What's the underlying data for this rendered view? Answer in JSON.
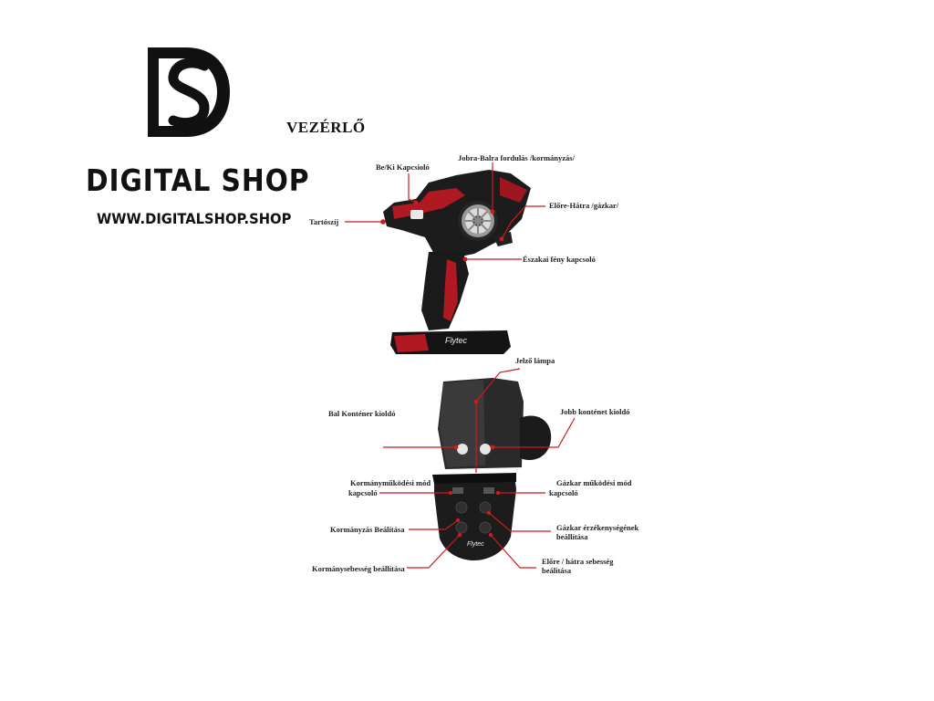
{
  "brand": {
    "name": "DIGITAL SHOP",
    "url": "WWW.DIGITALSHOP.SHOP"
  },
  "title": "VEZÉRLŐ",
  "side_view": {
    "product_label": "Flytec",
    "labels": {
      "power_switch": "Be/Ki  Kapcsioló",
      "steering": "Jobra-Balra fordulás  /kormányzás/",
      "throttle": "Előre-Hátra /gázkar/",
      "strap": "Tartószíj",
      "light_switch": "Északai fény kapcsoló"
    }
  },
  "back_view": {
    "product_label": "Flytec",
    "labels": {
      "signal_lamp": "Jelző lámpa",
      "left_release": "Bal Konténer kioldó",
      "right_release": "Jobb konténet kioldó",
      "steering_mode_1": "Kormányműködési mód",
      "steering_mode_2": "kapcsoló",
      "throttle_mode_1": "Gázkar   működési mód",
      "throttle_mode_2": "kapcsoló",
      "steering_adjust": "Kormányzás Beálítása",
      "throttle_sens_1": "Gázkar érzékenységének",
      "throttle_sens_2": "beállítása",
      "steering_speed": "Kormánysebesség beállítása",
      "fwd_back_speed_1": "Előre / hátra sebesség",
      "fwd_back_speed_2": "beálítása"
    }
  },
  "colors": {
    "accent": "#cc1f2a",
    "body": "#1b1b1b",
    "leader": "#d11a1a"
  }
}
